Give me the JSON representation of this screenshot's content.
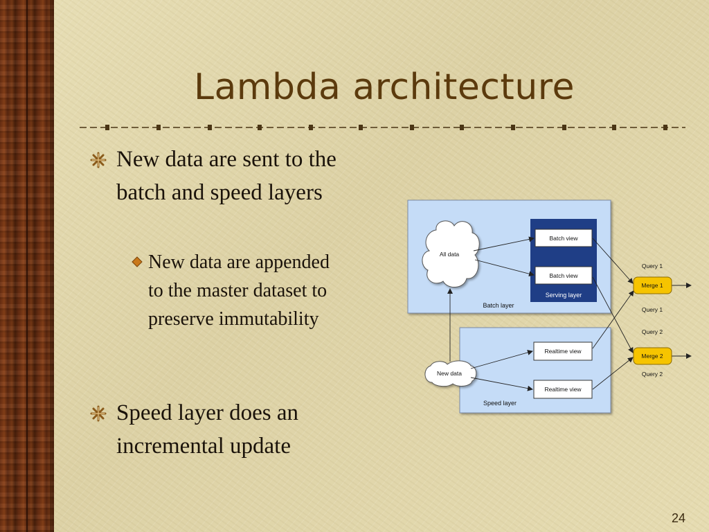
{
  "slide": {
    "title": "Lambda architecture",
    "page_number": "24"
  },
  "bullets": [
    {
      "text": "New data  are sent to the batch and speed layers"
    },
    {
      "text": "Speed layer does an incremental update"
    }
  ],
  "sub_bullets": [
    {
      "text": "New data are appended to the master dataset to preserve immutability"
    }
  ],
  "diagram": {
    "all_data": "All data",
    "new_data": "New data",
    "batch_view_1": "Batch view",
    "batch_view_2": "Batch view",
    "serving_layer": "Serving layer",
    "batch_layer": "Batch layer",
    "realtime_view_1": "Realtime view",
    "realtime_view_2": "Realtime view",
    "speed_layer": "Speed layer",
    "query_1_top": "Query 1",
    "merge_1": "Merge 1",
    "query_1_bottom": "Query 1",
    "query_2_top": "Query 2",
    "merge_2": "Merge 2",
    "query_2_bottom": "Query 2"
  },
  "colors": {
    "title": "#5b3a0d",
    "layer_fill": "#c5dcf7",
    "serving_fill": "#1f3e86",
    "merge_fill": "#f6c400"
  },
  "icons": {
    "bullet": "asterisk-starburst-icon",
    "sub_bullet": "diamond-icon"
  }
}
